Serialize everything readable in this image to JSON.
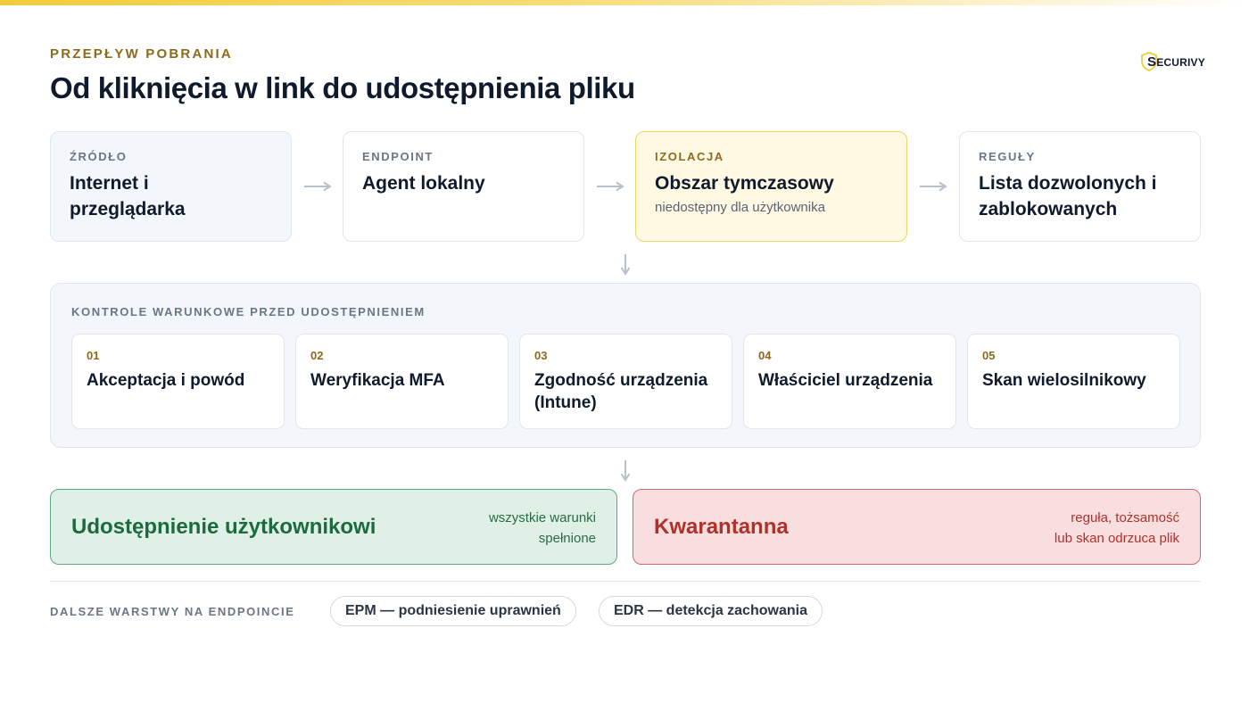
{
  "header": {
    "eyebrow": "PRZEPŁYW POBRANIA",
    "title": "Od kliknięcia w link do udostępnienia pliku",
    "logo_text": "ECURIVY",
    "logo_letter": "S"
  },
  "stages": [
    {
      "tag": "ŹRÓDŁO",
      "name_line1": "Internet i",
      "name_line2": "przeglądarka",
      "sub": ""
    },
    {
      "tag": "ENDPOINT",
      "name_line1": "Agent lokalny",
      "name_line2": "",
      "sub": ""
    },
    {
      "tag": "IZOLACJA",
      "name_line1": "Obszar tymczasowy",
      "name_line2": "",
      "sub": "niedostępny dla użytkownika"
    },
    {
      "tag": "REGUŁY",
      "name_line1": "Lista dozwolonych i",
      "name_line2": "zablokowanych",
      "sub": ""
    }
  ],
  "controls": {
    "title": "KONTROLE WARUNKOWE PRZED UDOSTĘPNIENIEM",
    "checks": [
      {
        "num": "01",
        "line1": "Akceptacja i powód",
        "line2": ""
      },
      {
        "num": "02",
        "line1": "Weryfikacja MFA",
        "line2": ""
      },
      {
        "num": "03",
        "line1": "Zgodność urządzenia",
        "line2": "(Intune)"
      },
      {
        "num": "04",
        "line1": "Właściciel urządzenia",
        "line2": ""
      },
      {
        "num": "05",
        "line1": "Skan wielosilnikowy",
        "line2": ""
      }
    ]
  },
  "outcomes": {
    "release": {
      "name": "Udostępnienie użytkownikowi",
      "note_line1": "wszystkie warunki",
      "note_line2": "spełnione"
    },
    "quarantine": {
      "name": "Kwarantanna",
      "note_line1": "reguła, tożsamość",
      "note_line2": "lub skan odrzuca plik"
    }
  },
  "footer": {
    "label": "DALSZE WARSTWY NA ENDPOINCIE",
    "pills": [
      "EPM — podniesienie uprawnień",
      "EDR — detekcja zachowania"
    ]
  },
  "colors": {
    "accent_gold": "#8c6a1c",
    "release_green": "#1d6a3f",
    "quarantine_red": "#b0312a",
    "isolation_bg": "#fff8e3"
  }
}
